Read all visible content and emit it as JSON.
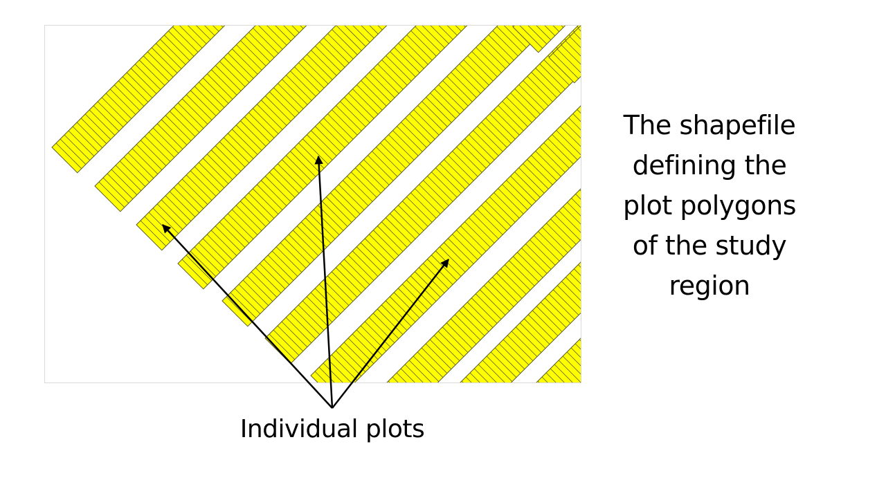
{
  "caption": {
    "lines": [
      "The shapefile",
      "defining the",
      "plot polygons",
      "of the study",
      "region"
    ]
  },
  "callout": {
    "label": "Individual plots"
  },
  "colors": {
    "plot_fill": "#ffff00",
    "plot_outline": "#5a5a2a",
    "background": "#ffffff",
    "frame_border": "#d9d9d9",
    "arrow": "#000000",
    "text": "#000000"
  }
}
